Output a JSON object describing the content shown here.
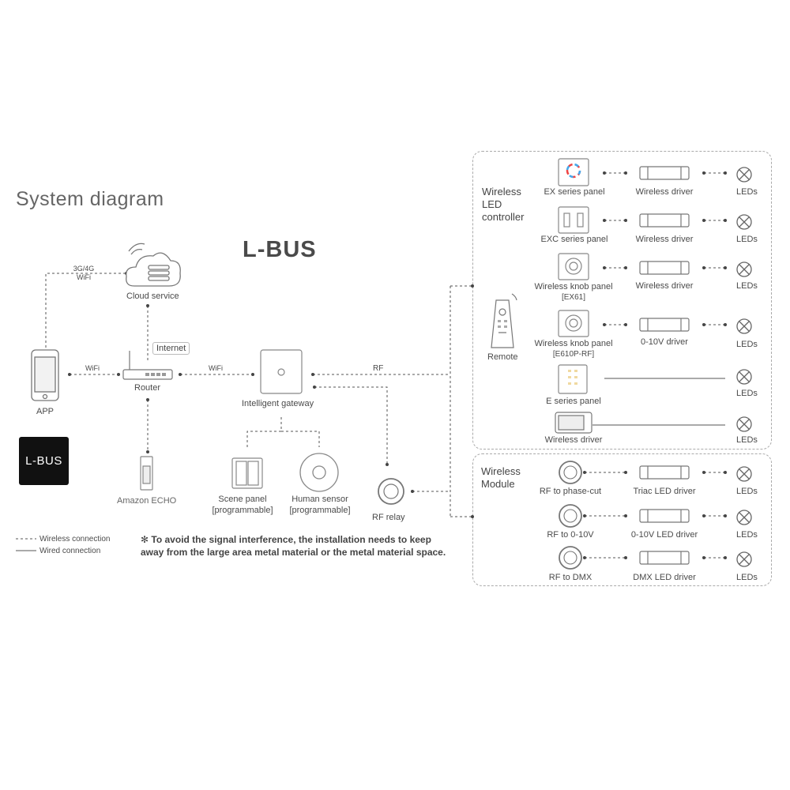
{
  "title": "System diagram",
  "brand": "L-BUS",
  "logo": "L-BUS",
  "nodes": {
    "cloud": "Cloud service",
    "app": "APP",
    "router": "Router",
    "gateway": "Intelligent gateway",
    "echo": "Amazon ECHO",
    "scene": [
      "Scene panel",
      "[programmable]"
    ],
    "sensor": [
      "Human sensor",
      "[programmable]"
    ],
    "relay": "RF relay",
    "remote": "Remote"
  },
  "links": {
    "cellular": [
      "3G/4G",
      "WiFi"
    ],
    "wifi_app": "WiFi",
    "wifi_gw": "WiFi",
    "internet": "Internet",
    "rf": "RF"
  },
  "legend": {
    "wireless": "Wireless connection",
    "wired": "Wired connection"
  },
  "note": "To avoid the signal interference, the installation needs to keep away from the large area metal material or the metal material space.",
  "note_symbol": "✻",
  "groups": {
    "controller": [
      "Wireless",
      "LED",
      "controller"
    ],
    "module": [
      "Wireless",
      "Module"
    ]
  },
  "controller_rows": [
    {
      "device": [
        "EX series panel"
      ],
      "driver": "Wireless driver",
      "leds": "LEDs"
    },
    {
      "device": [
        "EXC series panel"
      ],
      "driver": "Wireless driver",
      "leds": "LEDs"
    },
    {
      "device": [
        "Wireless knob panel",
        "[EX61]"
      ],
      "driver": "Wireless driver",
      "leds": "LEDs"
    },
    {
      "device": [
        "Wireless knob panel",
        "[E610P-RF]"
      ],
      "driver": "0-10V driver",
      "leds": "LEDs"
    },
    {
      "device": [
        "E series panel"
      ],
      "leds": "LEDs"
    },
    {
      "device": [
        "Wireless driver"
      ],
      "leds": "LEDs"
    }
  ],
  "module_rows": [
    {
      "device": "RF to phase-cut",
      "driver": "Triac LED driver",
      "leds": "LEDs"
    },
    {
      "device": "RF to 0-10V",
      "driver": "0-10V LED driver",
      "leds": "LEDs"
    },
    {
      "device": "RF to DMX",
      "driver": "DMX LED driver",
      "leds": "LEDs"
    }
  ],
  "icons": [
    "cloud-icon",
    "phone-icon",
    "router-icon",
    "gateway-icon",
    "echo-icon",
    "scene-panel-icon",
    "sensor-icon",
    "relay-icon",
    "remote-icon",
    "panel-icon",
    "driver-icon",
    "led-icon"
  ]
}
